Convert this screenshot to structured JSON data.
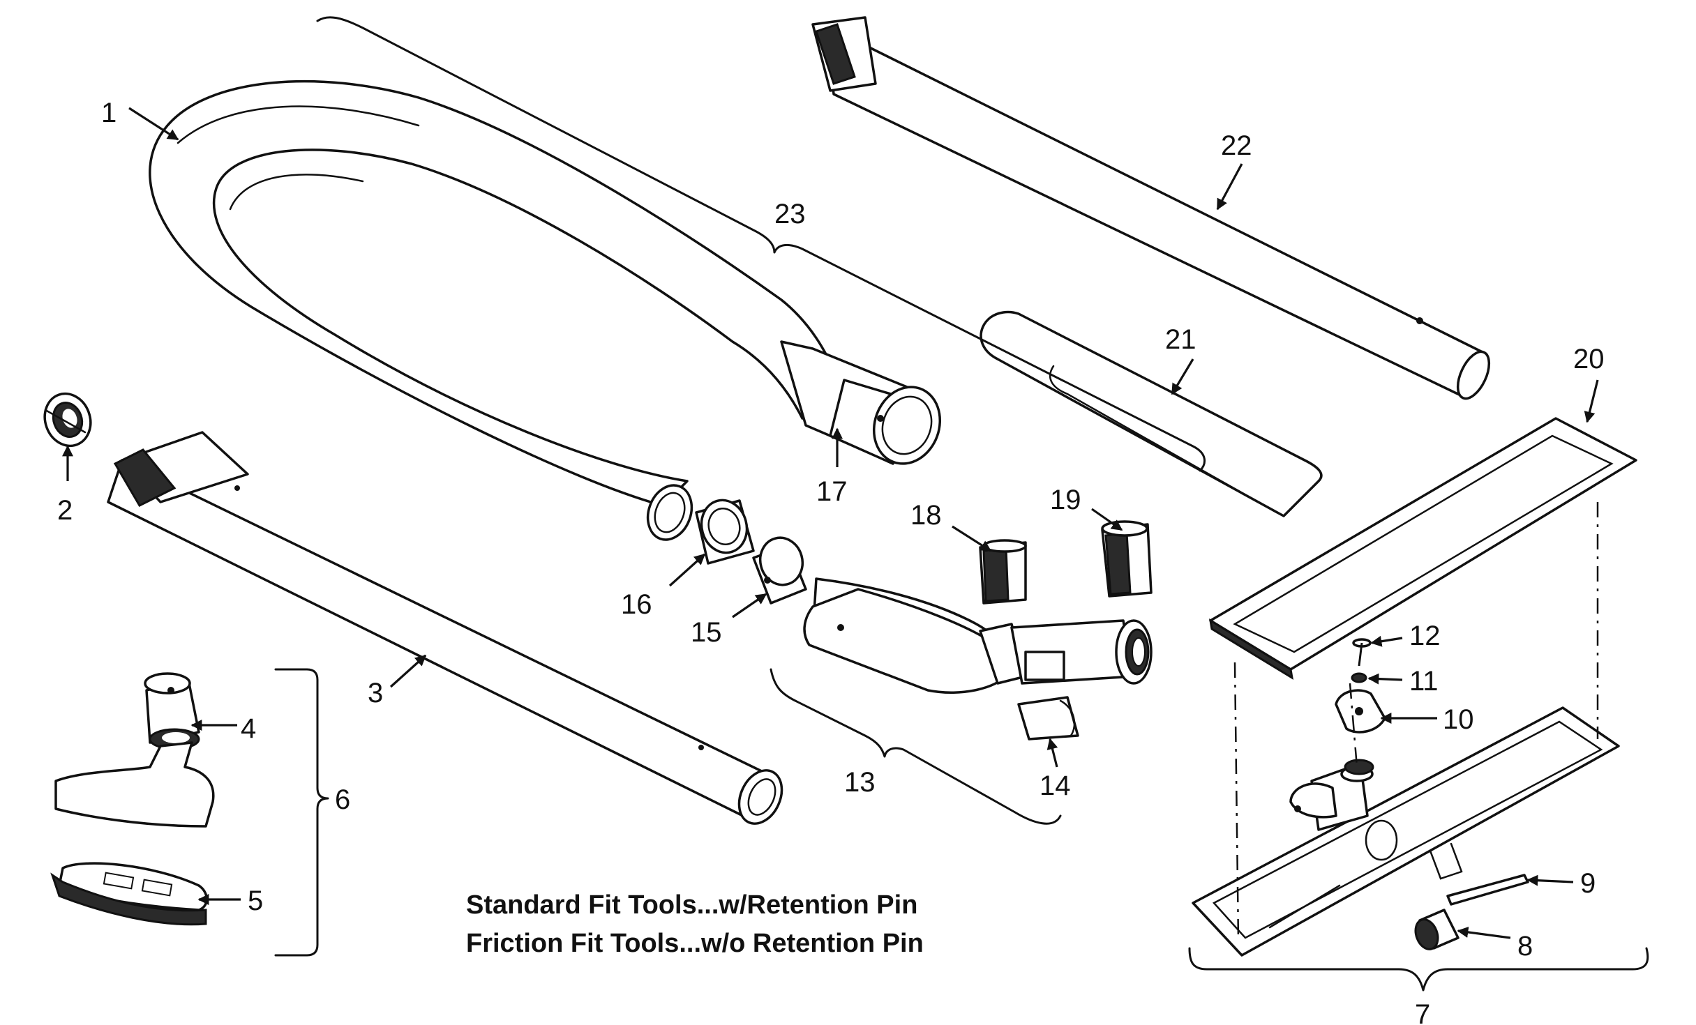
{
  "figure": {
    "notes": [
      "Standard Fit Tools...w/Retention Pin",
      "Friction Fit Tools...w/o Retention Pin"
    ],
    "callouts": [
      "1",
      "2",
      "3",
      "4",
      "5",
      "6",
      "7",
      "8",
      "9",
      "10",
      "11",
      "12",
      "13",
      "14",
      "15",
      "16",
      "17",
      "18",
      "19",
      "20",
      "21",
      "22",
      "23"
    ]
  }
}
